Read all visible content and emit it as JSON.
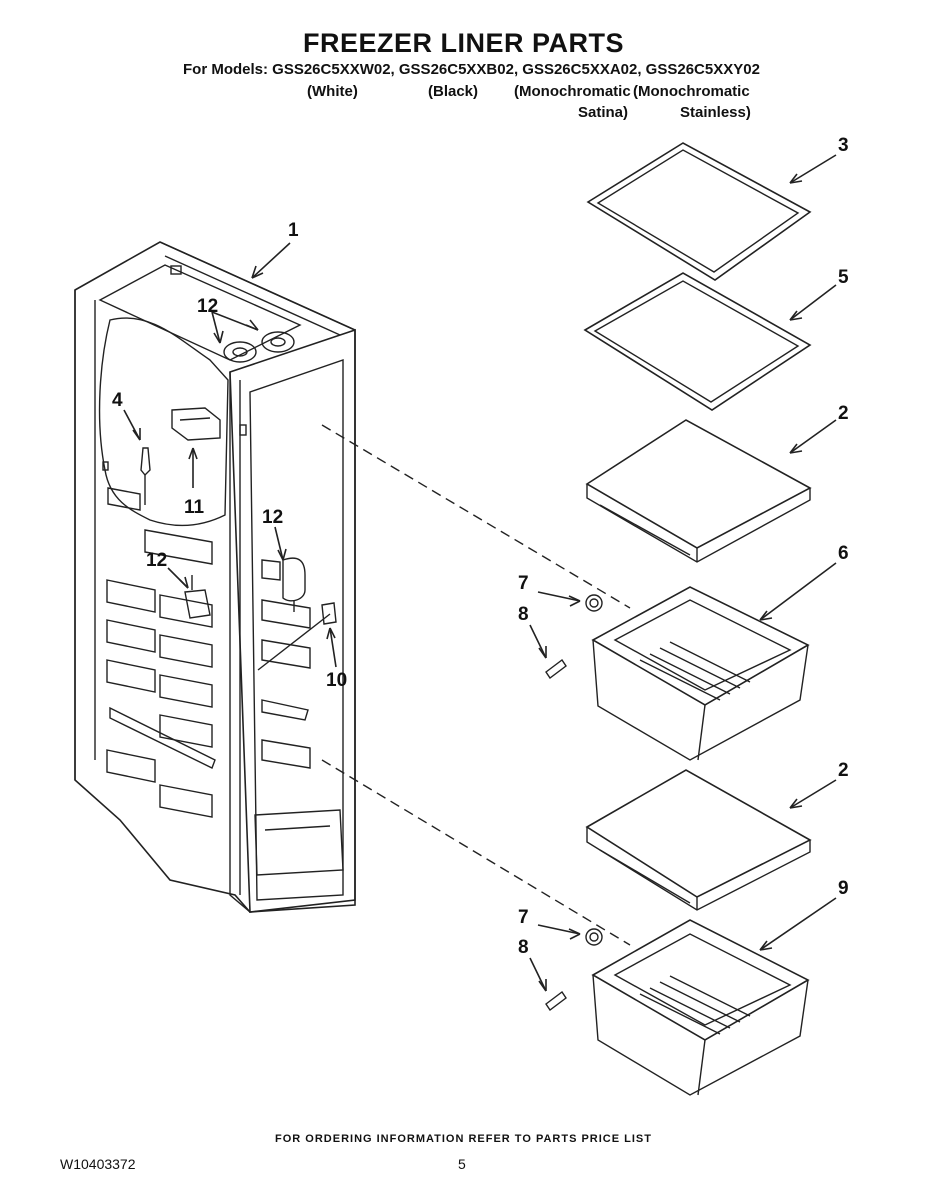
{
  "header": {
    "title": "FREEZER LINER PARTS",
    "models_line": "For Models: GSS26C5XXW02, GSS26C5XXB02, GSS26C5XXA02, GSS26C5XXY02",
    "finishes": [
      "(White)",
      "(Black)",
      "(Monochromatic",
      "(Monochromatic"
    ],
    "finishes_line2": [
      "Satina)",
      "Stainless)"
    ]
  },
  "callouts": [
    "1",
    "12",
    "4",
    "11",
    "12",
    "12",
    "10",
    "3",
    "5",
    "2",
    "6",
    "7",
    "8",
    "2",
    "9",
    "7",
    "8"
  ],
  "footer": {
    "ordering_note": "FOR ORDERING INFORMATION REFER TO PARTS PRICE LIST",
    "doc_number": "W10403372",
    "page_number": "5"
  }
}
